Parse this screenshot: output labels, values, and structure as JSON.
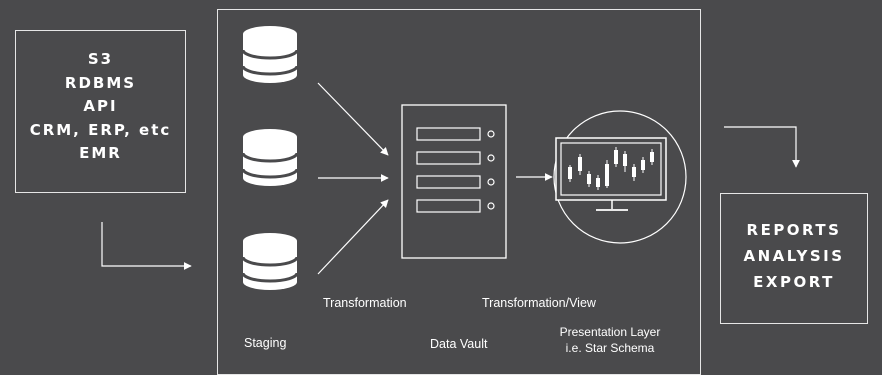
{
  "sources": {
    "items": [
      "S3",
      "RDBMS",
      "API",
      "CRM, ERP, etc",
      "EMR"
    ]
  },
  "outputs": {
    "items": [
      "REPORTS",
      "ANALYSIS",
      "EXPORT"
    ]
  },
  "labels": {
    "staging": "Staging",
    "transformation": "Transformation",
    "transformation_view": "Transformation/View",
    "data_vault": "Data Vault",
    "presentation_line1": "Presentation Layer",
    "presentation_line2": "i.e. Star Schema"
  },
  "colors": {
    "background": "#4a4a4c",
    "stroke": "#ffffff"
  }
}
